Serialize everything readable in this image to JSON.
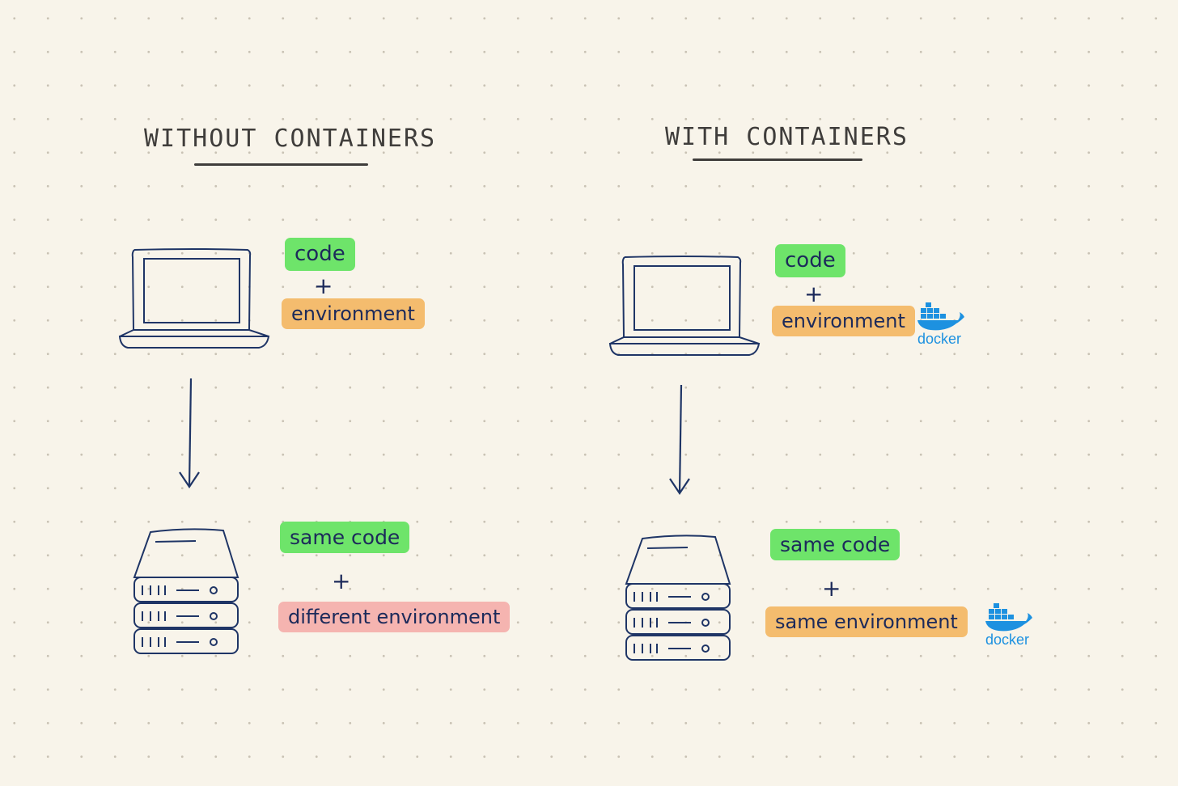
{
  "left": {
    "heading": "WITHOUT CONTAINERS",
    "top": {
      "code": "code",
      "plus": "+",
      "env": "environment"
    },
    "bottom": {
      "code": "same code",
      "plus": "+",
      "env": "different environment"
    }
  },
  "right": {
    "heading": "WITH CONTAINERS",
    "top": {
      "code": "code",
      "plus": "+",
      "env": "environment"
    },
    "bottom": {
      "code": "same code",
      "plus": "+",
      "env": "same environment"
    }
  },
  "docker_label": "docker",
  "colors": {
    "code_tag": "#6ee46a",
    "environment_tag": "#f4bc6e",
    "different_environment_tag": "#f5b4b0",
    "ink": "#1c2a5a",
    "docker_blue": "#1d91e0"
  },
  "icons": [
    "laptop-icon",
    "server-stack-icon",
    "down-arrow-icon",
    "docker-logo-icon"
  ]
}
